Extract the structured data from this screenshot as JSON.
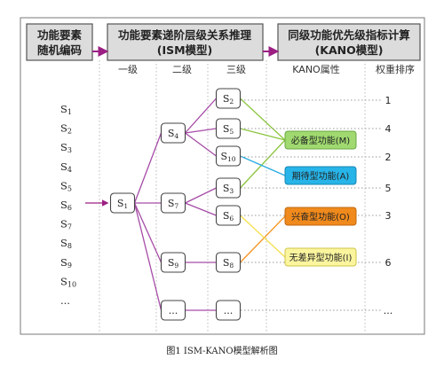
{
  "header": {
    "box1": [
      "功能要素",
      "随机编码"
    ],
    "box2_title": "功能要素递阶层级关系推理",
    "box2_sub": "(ISM模型)",
    "box3_title": "同级功能优先级指标计算",
    "box3_sub": "(KANO模型)"
  },
  "columns": {
    "level1": "一级",
    "level2": "二级",
    "level3": "三级",
    "kano": "KANO属性",
    "rank": "权重排序"
  },
  "left_list": [
    "S",
    "S",
    "S",
    "S",
    "S",
    "S",
    "S",
    "S",
    "S",
    "S",
    "..."
  ],
  "left_list_sub": [
    "1",
    "2",
    "3",
    "4",
    "5",
    "6",
    "7",
    "8",
    "9",
    "10",
    ""
  ],
  "nodes": {
    "s1": {
      "main": "S",
      "sub": "1"
    },
    "s4": {
      "main": "S",
      "sub": "4"
    },
    "s7": {
      "main": "S",
      "sub": "7"
    },
    "s9": {
      "main": "S",
      "sub": "9"
    },
    "l2_more": {
      "main": "...",
      "sub": ""
    },
    "s2": {
      "main": "S",
      "sub": "2"
    },
    "s5": {
      "main": "S",
      "sub": "5"
    },
    "s10": {
      "main": "S",
      "sub": "10"
    },
    "s3": {
      "main": "S",
      "sub": "3"
    },
    "s6": {
      "main": "S",
      "sub": "6"
    },
    "s8": {
      "main": "S",
      "sub": "8"
    },
    "l3_more": {
      "main": "...",
      "sub": ""
    }
  },
  "kano": [
    {
      "label": "必备型功能(M)",
      "fill": "#9fd96f",
      "border": "#6aa842"
    },
    {
      "label": "期待型功能(A)",
      "fill": "#27b4e8",
      "border": "#1787b3"
    },
    {
      "label": "兴奋型功能(O)",
      "fill": "#f08a1c",
      "border": "#c0670c"
    },
    {
      "label": "无差异型功能(I)",
      "fill": "#fbf59e",
      "border": "#cfc44a"
    }
  ],
  "ranks": [
    "1",
    "4",
    "2",
    "5",
    "3",
    "6",
    "..."
  ],
  "caption": "图1  ISM-KANO模型解析图",
  "colors": {
    "header_fill": "#dcdcdc",
    "arrow": "#9b1f83",
    "line_purple": "#a64ca6",
    "line_green": "#8cc63f",
    "line_blue": "#29abe2",
    "line_orange": "#f7931e",
    "line_yellow": "#f5e04a"
  }
}
